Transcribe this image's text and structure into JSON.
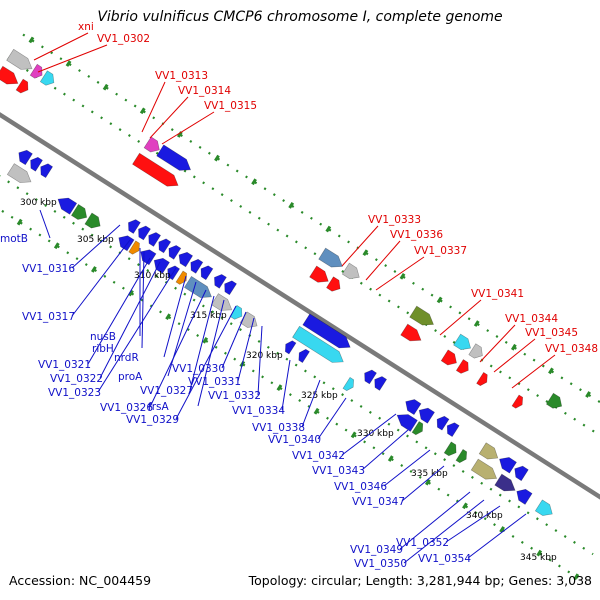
{
  "title": "Vibrio vulnificus CMCP6 chromosome I, complete genome",
  "footer": {
    "accession": "Accession: NC_004459",
    "topology": "Topology: circular; Length: 3,281,944 bp; Genes: 3,038"
  },
  "ticks": [
    "300 kbp",
    "305 kbp",
    "310 kbp",
    "315 kbp",
    "320 kbp",
    "325 kbp",
    "330 kbp",
    "335 kbp",
    "340 kbp",
    "345 kbp"
  ],
  "labels_red": [
    "xni",
    "VV1_0302",
    "VV1_0313",
    "VV1_0314",
    "VV1_0315",
    "VV1_0333",
    "VV1_0336",
    "VV1_0337",
    "VV1_0341",
    "VV1_0344",
    "VV1_0345",
    "VV1_0348"
  ],
  "labels_blue": [
    "motB",
    "VV1_0316",
    "VV1_0317",
    "nusB",
    "ribH",
    "VV1_0321",
    "VV1_0322",
    "VV1_0323",
    "nrdR",
    "proA",
    "VV1_0326",
    "VV1_0327",
    "frsA",
    "VV1_0329",
    "VV1_0330",
    "VV1_0331",
    "VV1_0332",
    "VV1_0334",
    "VV1_0338",
    "VV1_0340",
    "VV1_0342",
    "VV1_0343",
    "VV1_0346",
    "VV1_0347",
    "VV1_0349",
    "VV1_0350",
    "VV1_0352",
    "VV1_0354"
  ],
  "colors": {
    "red_label": "#e00000",
    "blue_label": "#1010c8",
    "backbone": "#7a7a7a",
    "dots": "#2a8a2a",
    "gene_blue": "#1a1ae0",
    "gene_red": "#ff1010",
    "gene_gray": "#c0c0c0",
    "gene_green": "#2a8a2a",
    "gene_olive": "#6f8f2a",
    "gene_cyan": "#38d8f0",
    "gene_steel": "#5f8fbf",
    "gene_magenta": "#e040c0",
    "gene_orange": "#f08a00",
    "gene_khaki": "#b8b070",
    "gene_navy": "#3b2f8a"
  }
}
